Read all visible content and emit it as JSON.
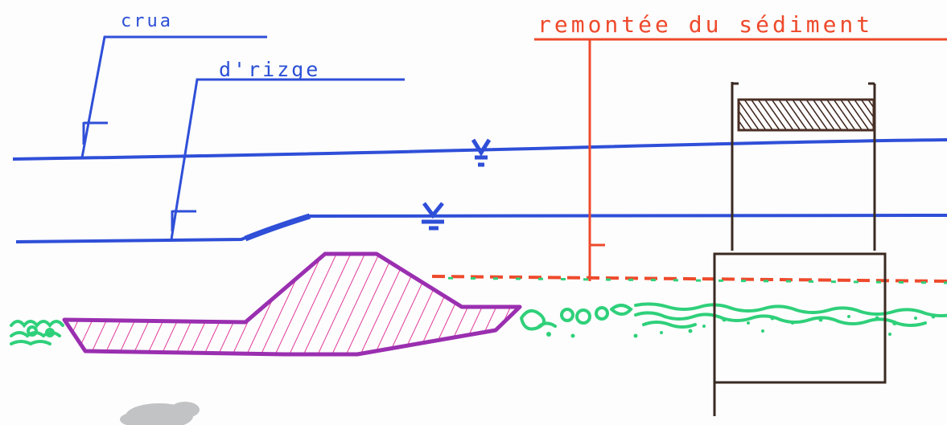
{
  "labels": {
    "flood_level": "crua",
    "low_water_level": "d'rizge",
    "sediment_rise": "remontée du sédiment"
  },
  "colors": {
    "water_lines": "#2f4fd8",
    "sediment_line": "#ee4a2c",
    "weir": "#9a2fb0",
    "weir_hatch": "#e2389a",
    "gravel": "#2fd07a",
    "sluice_frame": "#3a2a22",
    "sluice_gate": "#4a2f25"
  }
}
